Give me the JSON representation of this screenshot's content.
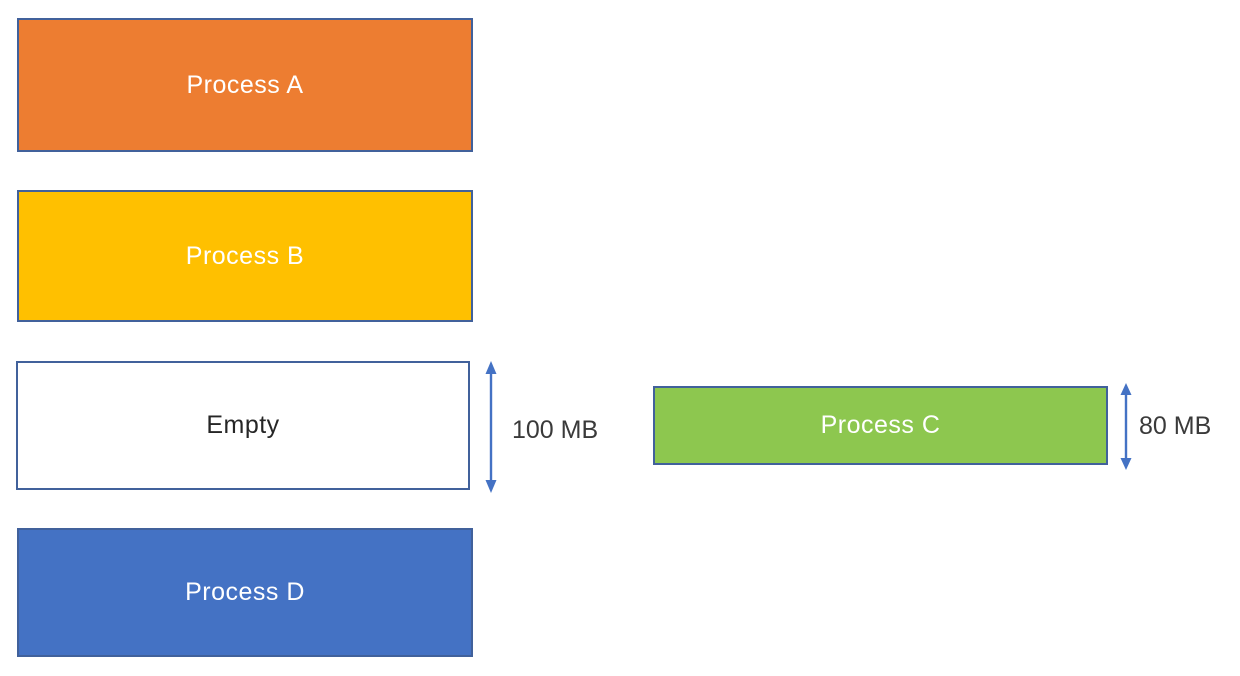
{
  "diagram": {
    "description": "Memory allocation diagram",
    "blocks": [
      {
        "label": "Process A",
        "fill": "#ED7D31",
        "border": "#41619B",
        "text_color": "#FFFFFF"
      },
      {
        "label": "Process B",
        "fill": "#FFC000",
        "border": "#41619B",
        "text_color": "#FFFFFF"
      },
      {
        "label": "Empty",
        "fill": "#FFFFFF",
        "border": "#41619B",
        "text_color": "#262626",
        "size": "100 MB"
      },
      {
        "label": "Process D",
        "fill": "#4472C4",
        "border": "#41619B",
        "text_color": "#FFFFFF"
      },
      {
        "label": "Process C",
        "fill": "#8DC74F",
        "border": "#41619B",
        "text_color": "#FFFFFF",
        "size": "80 MB"
      }
    ],
    "measurements": [
      {
        "label": "100 MB",
        "target": "Empty"
      },
      {
        "label": "80 MB",
        "target": "Process C"
      }
    ],
    "arrow_color": "#4472C4",
    "label_color": "#3A3A3A"
  }
}
